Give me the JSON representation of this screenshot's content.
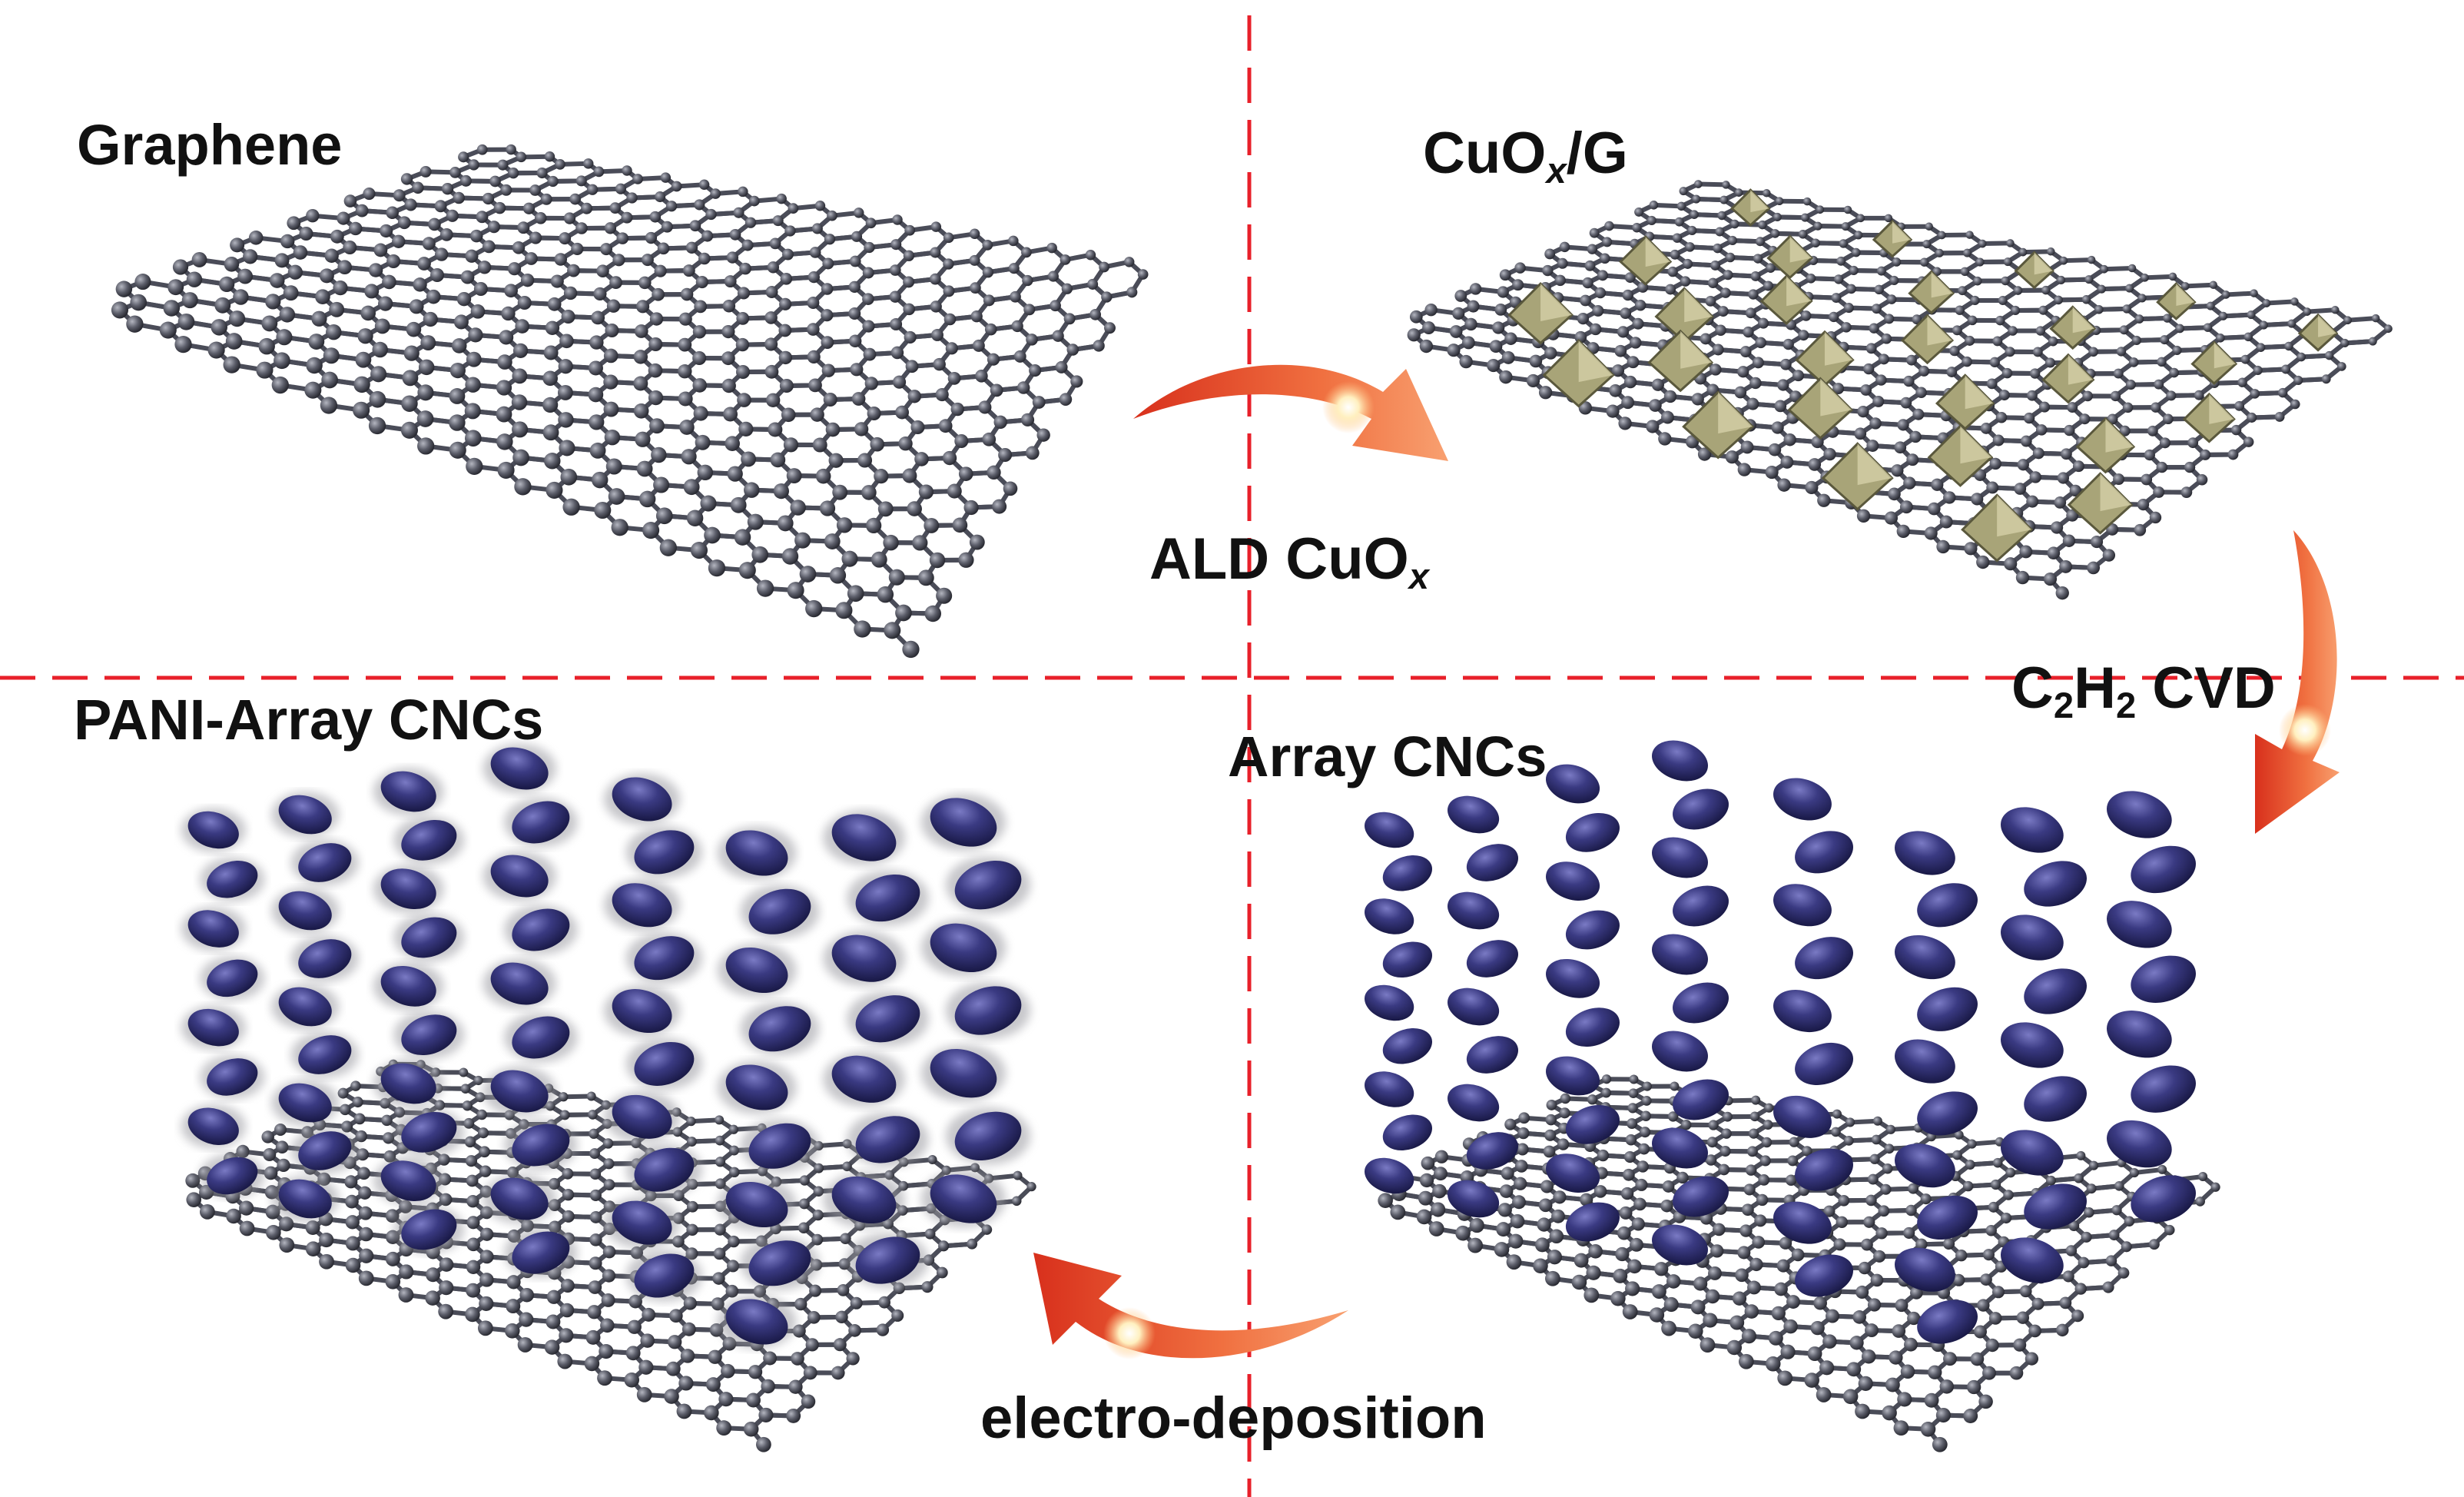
{
  "labels": {
    "graphene": "Graphene",
    "cuox_g": {
      "pre": "CuO",
      "sub": "x",
      "post": "/G"
    },
    "ald": {
      "pre": "ALD CuO",
      "sub": "x"
    },
    "cvd": {
      "c": "C",
      "c_sub": "2",
      "h": "H",
      "h_sub": "2",
      "post": " CVD"
    },
    "pani_array": "PANI-Array CNCs",
    "array_cncs": "Array CNCs",
    "electro": "electro-deposition"
  },
  "colors": {
    "divider": "#e8202a",
    "lattice": "#4a4c58",
    "atom": "#5c5e6a",
    "particle": "#a8a478",
    "coil": "#2c2c6a",
    "coil_light": "#5a5aa0",
    "arrow": "#e8502a",
    "label": "#111111"
  },
  "icons": {
    "arrow_ald": "curved-arrow-icon",
    "arrow_cvd": "curved-arrow-icon",
    "arrow_electro": "curved-arrow-icon"
  }
}
